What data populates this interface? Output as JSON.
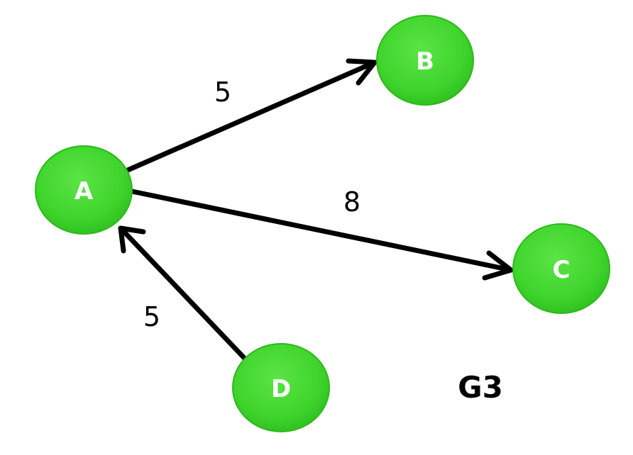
{
  "graph": {
    "title": "G3",
    "colors": {
      "node_fill": "#3FD42C",
      "node_stroke": "#2EB81D",
      "node_text": "#ffffff",
      "edge": "#000000"
    },
    "nodes": [
      {
        "id": "A",
        "label": "A"
      },
      {
        "id": "B",
        "label": "B"
      },
      {
        "id": "C",
        "label": "C"
      },
      {
        "id": "D",
        "label": "D"
      }
    ],
    "edges": [
      {
        "from": "A",
        "to": "B",
        "weight": "5"
      },
      {
        "from": "A",
        "to": "C",
        "weight": "8"
      },
      {
        "from": "D",
        "to": "A",
        "weight": "5"
      }
    ]
  }
}
